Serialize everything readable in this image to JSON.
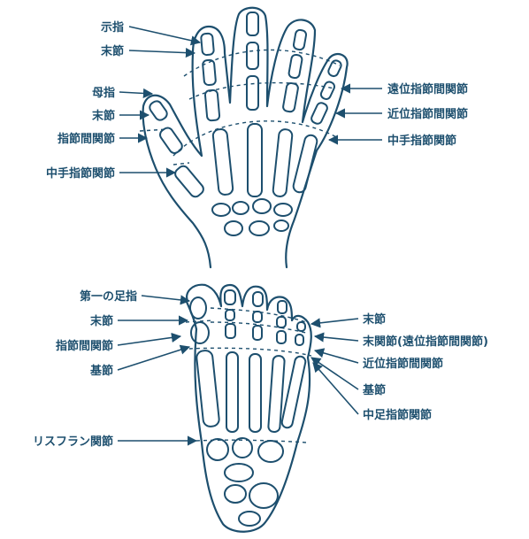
{
  "hand": {
    "labels_left": [
      "示指",
      "末節",
      "母指",
      "末節",
      "指節間関節",
      "中手指節関節"
    ],
    "labels_right": [
      "遠位指節間関節",
      "近位指節間関節",
      "中手指節関節"
    ]
  },
  "foot": {
    "labels_left": [
      "第一の足指",
      "末節",
      "指節間関節",
      "基節",
      "リスフラン関節"
    ],
    "labels_right": [
      "末節",
      "末関節(遠位指節間関節)",
      "近位指節間関節",
      "基節",
      "中足指節関節"
    ]
  },
  "colors": {
    "ink": "#1d4f6e",
    "background": "#ffffff"
  }
}
